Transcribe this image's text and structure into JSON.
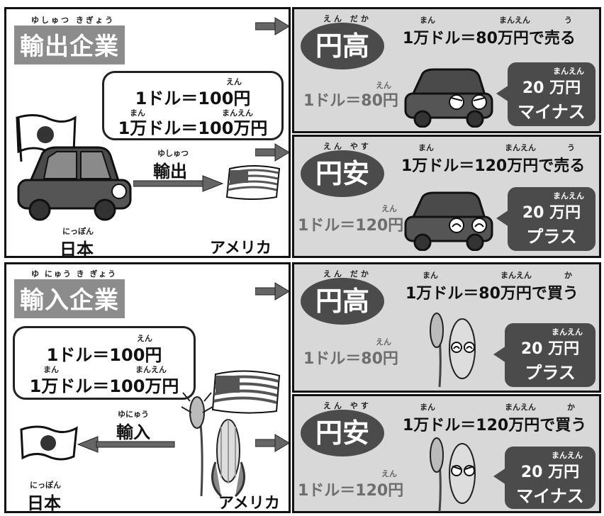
{
  "export": {
    "title": "輸出企業",
    "title_ruby": "ゆしゅつ きぎょう",
    "rate_line1": "1ドル＝100円",
    "rate_line2": "1万ドル＝100万円",
    "ruby_en": "えん",
    "ruby_man": "まん",
    "ruby_manen": "まんえん",
    "arrow_ruby": "ゆしゅつ",
    "arrow_label": "輸出",
    "japan_label": "日本",
    "japan_ruby": "にっぽん",
    "america_label": "アメリカ"
  },
  "export_high": {
    "oval": "円高",
    "oval_ruby": "えん だか",
    "statement": "1万ドル＝80万円で売る",
    "statement_ruby_man": "まん",
    "statement_ruby_manen": "まんえん",
    "statement_ruby_u": "う",
    "rate": "1ドル＝80円",
    "rate_ruby": "えん",
    "callout_ruby": "まんえん",
    "callout_line1": "20 万円",
    "callout_line2": "マイナス"
  },
  "export_low": {
    "oval": "円安",
    "oval_ruby": "えん やす",
    "statement": "1万ドル＝120万円で売る",
    "statement_ruby_man": "まん",
    "statement_ruby_manen": "まんえん",
    "statement_ruby_u": "う",
    "rate": "1ドル＝120円",
    "rate_ruby": "えん",
    "callout_ruby": "まんえん",
    "callout_line1": "20 万円",
    "callout_line2": "プラス"
  },
  "import": {
    "title": "輸入企業",
    "title_ruby": "ゆ にゅう き ぎょう",
    "rate_line1": "1ドル＝100円",
    "rate_line2": "1万ドル＝100万円",
    "ruby_en": "えん",
    "ruby_man": "まん",
    "ruby_manen": "まんえん",
    "arrow_ruby": "ゆにゅう",
    "arrow_label": "輸入",
    "japan_label": "日本",
    "japan_ruby": "にっぽん",
    "america_label": "アメリカ"
  },
  "import_high": {
    "oval": "円高",
    "oval_ruby": "えん だか",
    "statement": "1万ドル＝80万円で買う",
    "statement_ruby_man": "まん",
    "statement_ruby_manen": "まんえん",
    "statement_ruby_ka": "か",
    "rate": "1ドル＝80円",
    "rate_ruby": "えん",
    "callout_ruby": "まんえん",
    "callout_line1": "20 万円",
    "callout_line2": "プラス"
  },
  "import_low": {
    "oval": "円安",
    "oval_ruby": "えん やす",
    "statement": "1万ドル＝120万円で買う",
    "statement_ruby_man": "まん",
    "statement_ruby_manen": "まんえん",
    "statement_ruby_ka": "か",
    "rate": "1ドル＝120円",
    "rate_ruby": "えん",
    "callout_ruby": "まんえん",
    "callout_line1": "20 万円",
    "callout_line2": "マイナス"
  },
  "colors": {
    "panel_gray": "#d8d8d8",
    "dark_gray": "#4b4b4b",
    "title_gray": "#8c8c8c",
    "border": "#111111"
  }
}
